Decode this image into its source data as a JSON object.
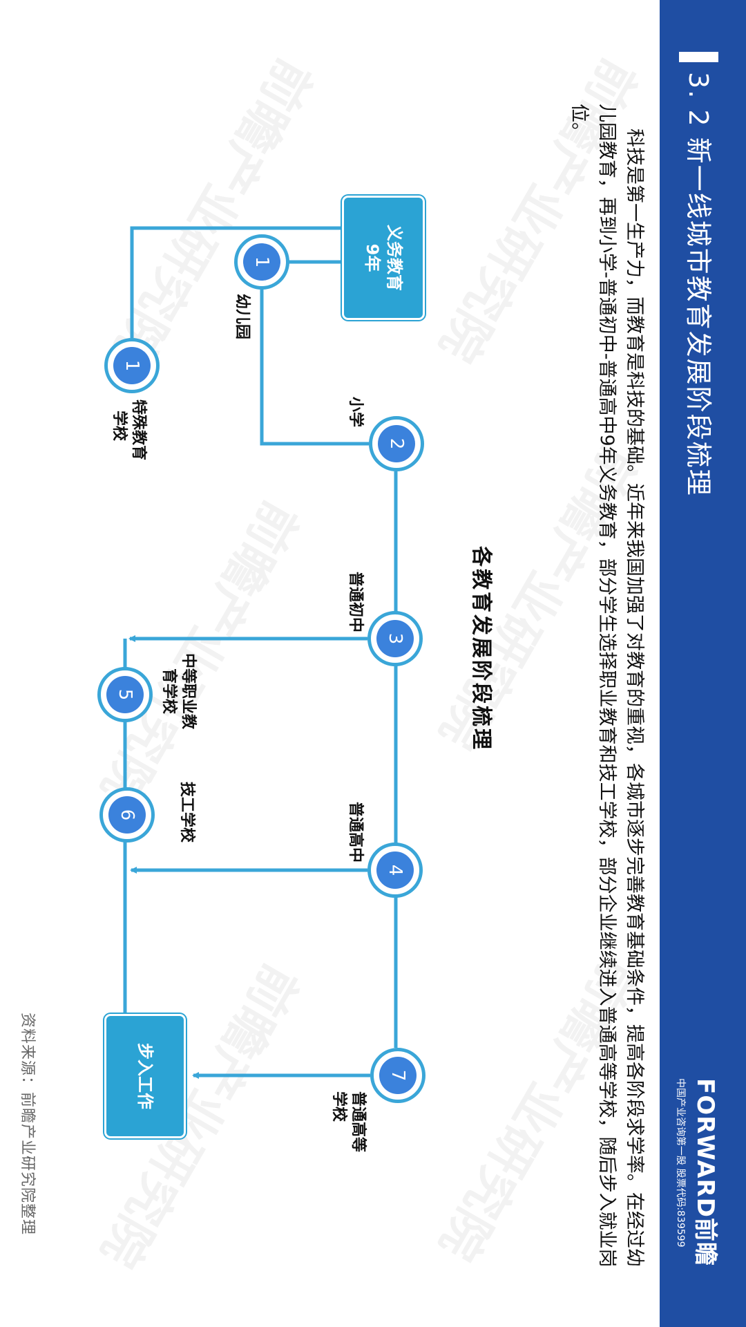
{
  "header": {
    "section_title": "3. 2  新一线城市教育发展阶段梳理",
    "logo_text": "FORWARD前瞻",
    "logo_subtitle": "中国产业咨询第一股  股票代码:839599",
    "background_color": "#1f4ea3"
  },
  "intro": {
    "text": "科技是第一生产力，而教育是科技的基础。近年来我国加强了对教育的重视，各城市逐步完善教育基础条件，提高各阶段求学率。在经过幼儿园教育，再到小学-普通初中-普通高中9年义务教育，部分学生选择职业教育和技工学校，部分企业继续进入普通高等学校，随后步入就业岗位。"
  },
  "diagram": {
    "title": "各教育发展阶段梳理",
    "line_color": "#3aa6d8",
    "node_fill_color": "#3b82dc",
    "box_color": "#2ba3d4",
    "boxes": {
      "compulsory": {
        "line1": "义务教育",
        "line2": "9年"
      },
      "work": {
        "label": "步入工作"
      }
    },
    "nodes": {
      "kindergarten": {
        "number": "1",
        "label": "幼儿园"
      },
      "special": {
        "number": "1",
        "label_line1": "特殊教育",
        "label_line2": "学校"
      },
      "primary": {
        "number": "2",
        "label": "小学"
      },
      "junior": {
        "number": "3",
        "label": "普通初中"
      },
      "senior": {
        "number": "4",
        "label": "普通高中"
      },
      "vocational": {
        "number": "5",
        "label_line1": "中等职业教",
        "label_line2": "育学校"
      },
      "technical": {
        "number": "6",
        "label": "技工学校"
      },
      "university": {
        "number": "7",
        "label_line1": "普通高等",
        "label_line2": "学校"
      }
    },
    "watermark": "前瞻产业研究院"
  },
  "footer": {
    "source": "资料来源：前瞻产业研究院整理"
  }
}
